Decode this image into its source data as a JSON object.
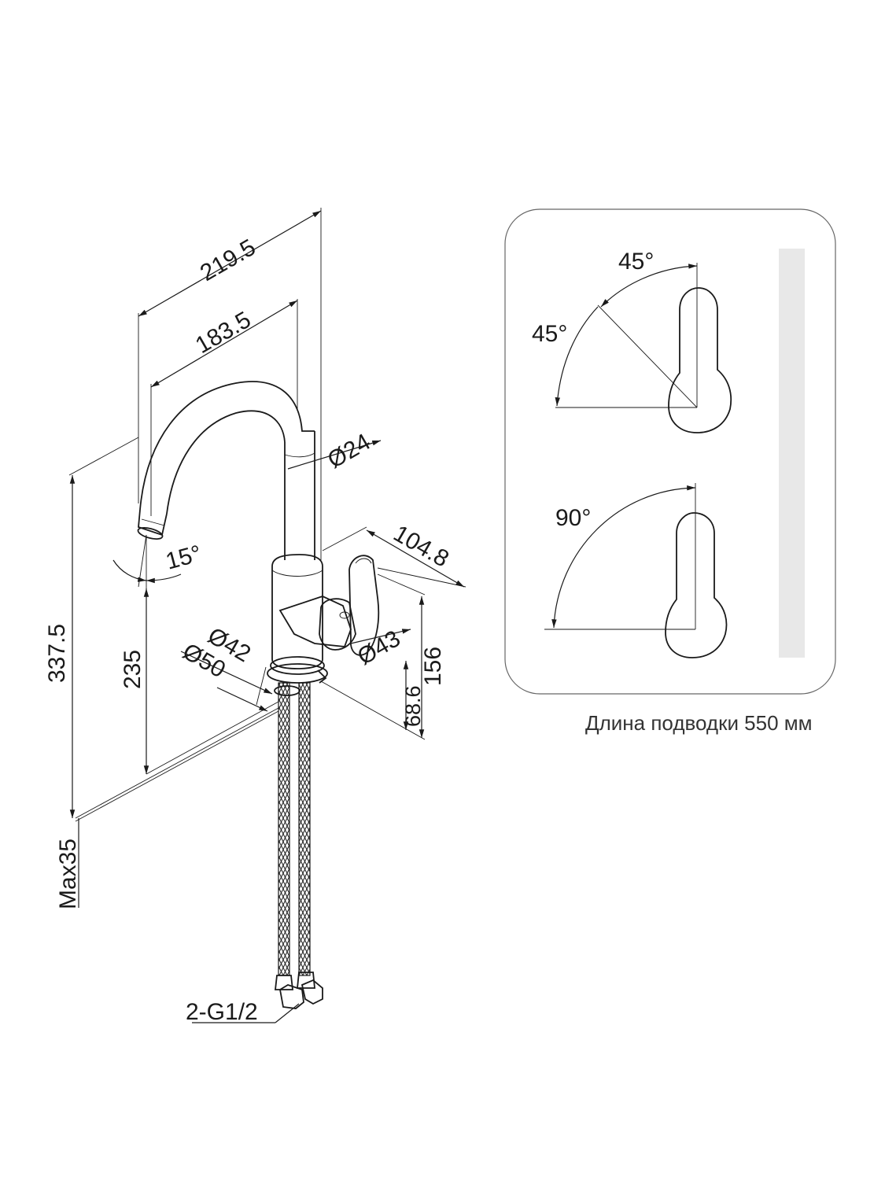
{
  "dimensions": {
    "d_219_5": "219.5",
    "d_183_5": "183.5",
    "d_24": "Ø24",
    "d_104_8": "104.8",
    "d_15": "15°",
    "d_337_5": "337.5",
    "d_235": "235",
    "d_42": "Ø42",
    "d_50": "Ø50",
    "d_43": "Ø43",
    "d_156": "156",
    "d_68_6": "68.6",
    "d_max35": "Max35",
    "d_g12": "2-G1/2"
  },
  "rotation_panel": {
    "angle_top_1": "45°",
    "angle_top_2": "45°",
    "angle_bottom": "90°"
  },
  "caption": "Длина подводки 550 мм",
  "colors": {
    "line": "#1a1a1a",
    "panel_border": "#666666",
    "side_bar": "#e8e8e8"
  }
}
